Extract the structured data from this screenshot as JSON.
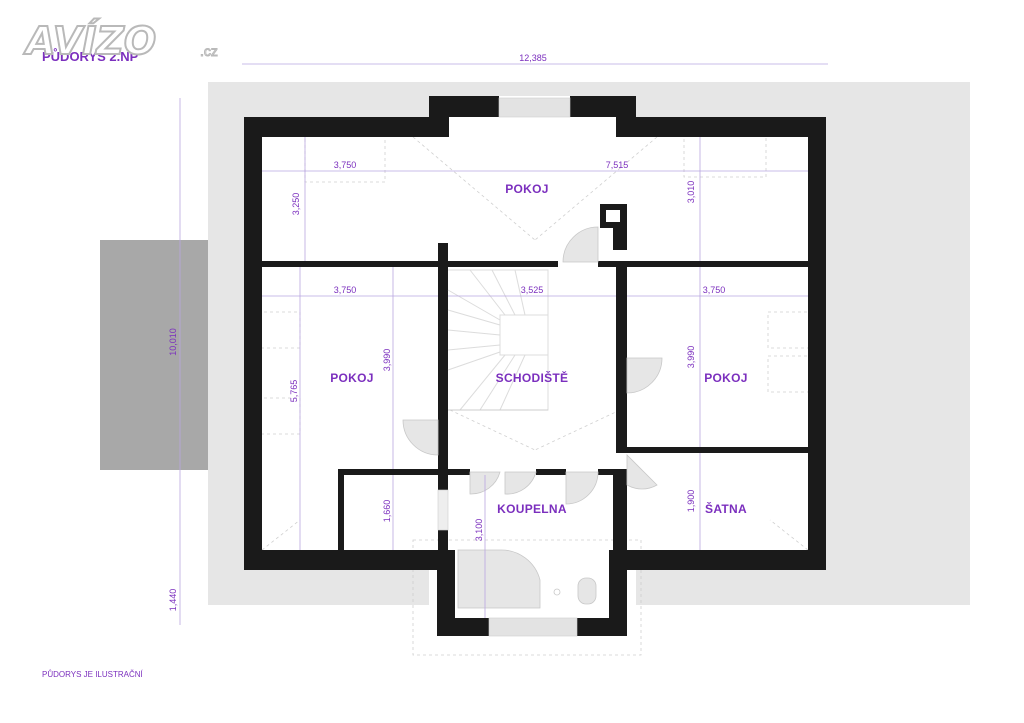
{
  "logo": {
    "brand": "AVÍZO",
    "suffix": ".cz"
  },
  "title": "PŮDORYS 2.NP",
  "disclaimer": "PŮDORYS JE ILUSTRAČNÍ",
  "overall_dimensions": {
    "width": "12,385",
    "height": "10,010",
    "lower": "1,440"
  },
  "rooms": [
    {
      "id": "pokoj-top",
      "label": "POKOJ"
    },
    {
      "id": "pokoj-left",
      "label": "POKOJ"
    },
    {
      "id": "pokoj-right",
      "label": "POKOJ"
    },
    {
      "id": "schodiste",
      "label": "SCHODIŠTĚ"
    },
    {
      "id": "koupelna",
      "label": "KOUPELNA"
    },
    {
      "id": "satna",
      "label": "ŠATNA"
    }
  ],
  "dimensions": {
    "top_left_width": "3,750",
    "top_right_width": "7,515",
    "top_left_height": "3,250",
    "top_right_height": "3,010",
    "mid_left_width": "3,750",
    "mid_center_width": "3,525",
    "mid_right_width": "3,750",
    "left_room_height": "5,765",
    "left_room_inner_height": "3,990",
    "right_room_height": "3,990",
    "small_room_height": "1,660",
    "bath_height": "3,100",
    "satna_height": "1,900"
  },
  "colors": {
    "wall": "#1a1a1a",
    "roof_outline": "#e6e6e6",
    "terrace": "#a8a8a8",
    "accent": "#7b2fbe",
    "dim_line": "#b9a6e0"
  }
}
